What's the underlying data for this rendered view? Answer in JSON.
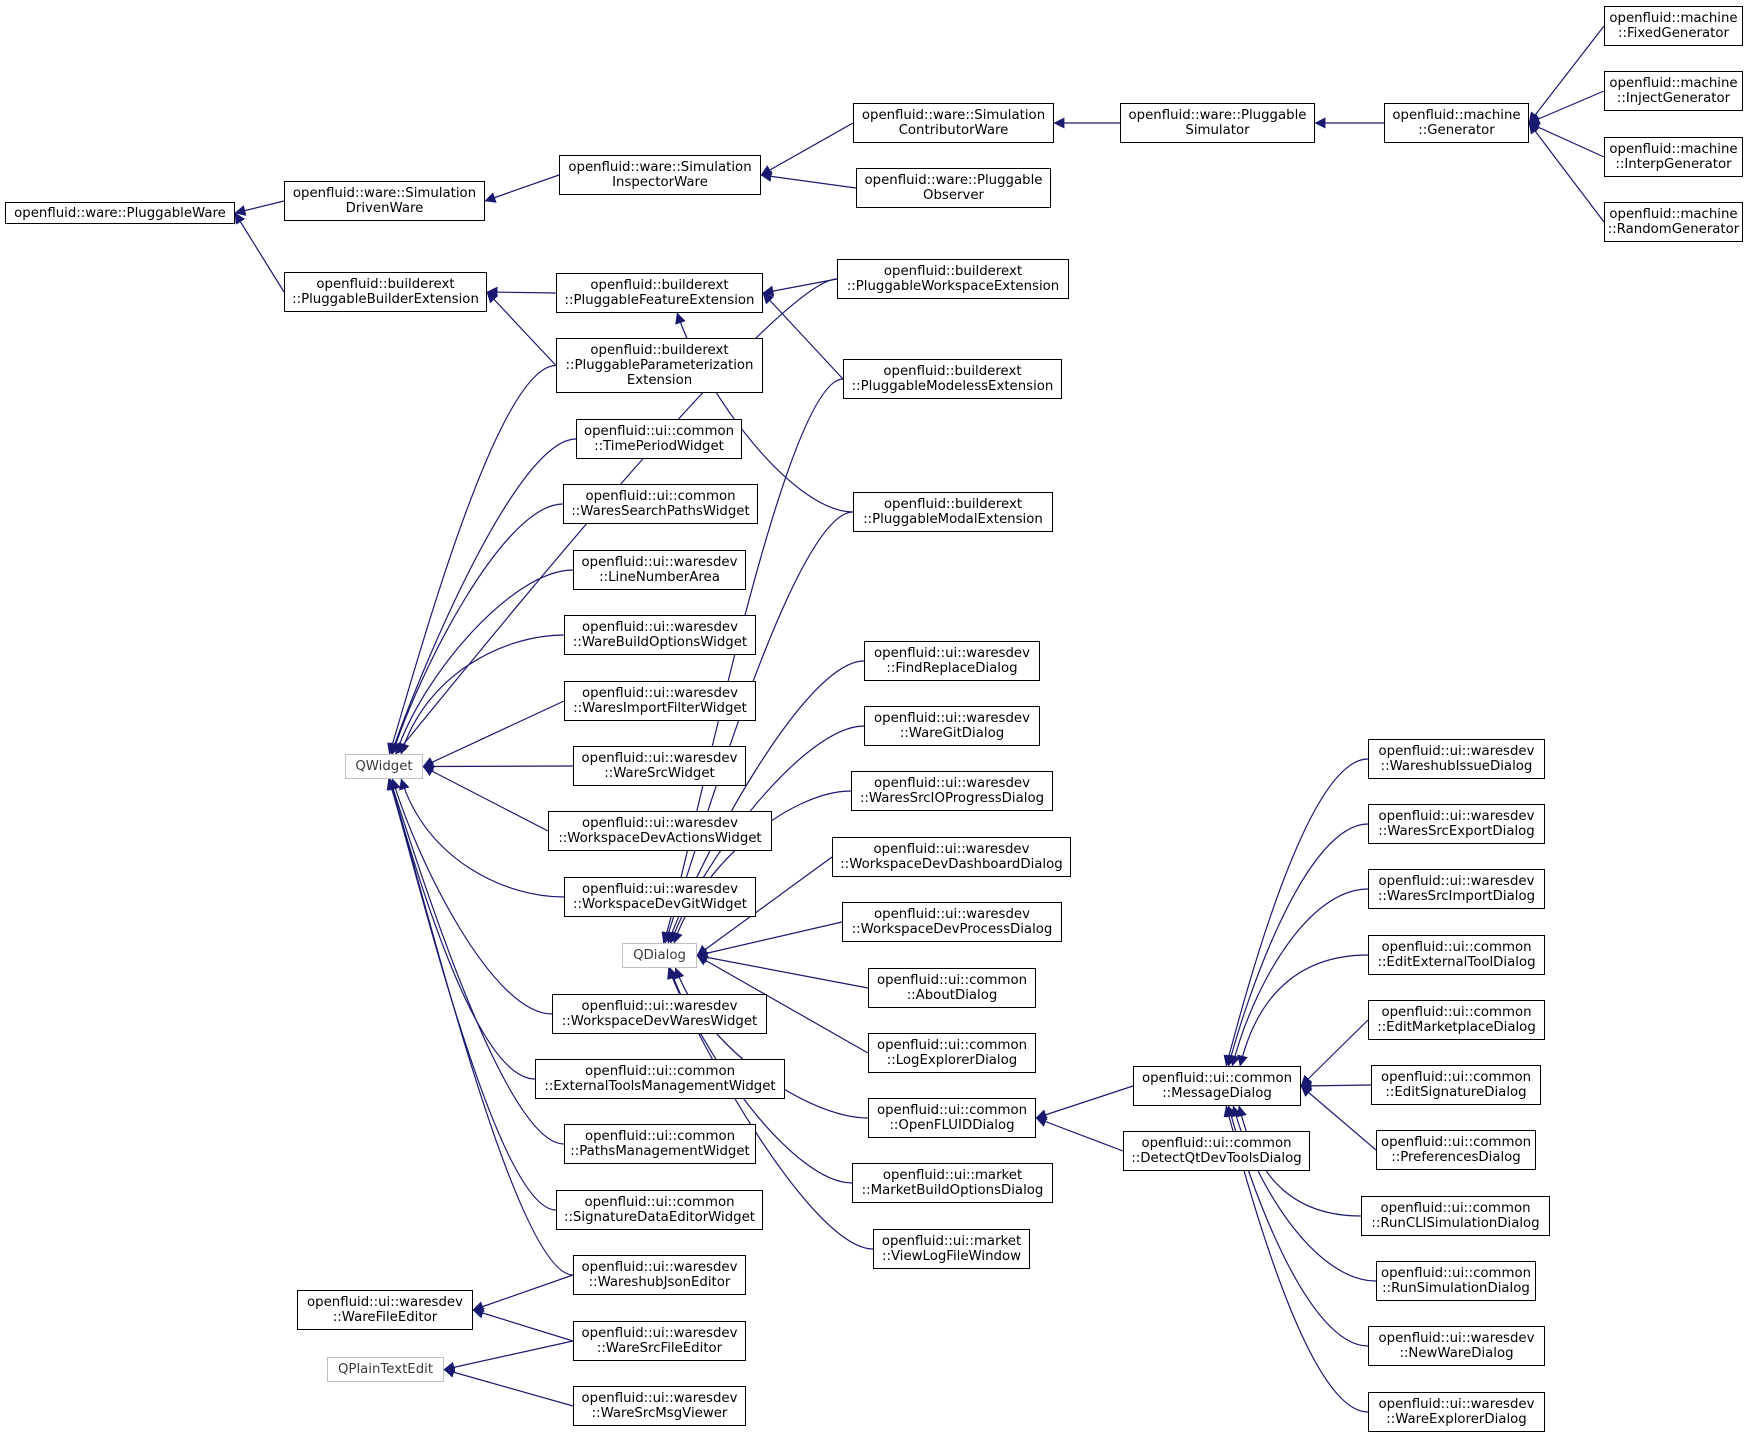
{
  "colors": {
    "edge": "#191970",
    "node_border": "#000000",
    "external_border": "#bfbfbf",
    "background": "#ffffff"
  },
  "nodes": {
    "pluggable_ware": {
      "lines": [
        "openfluid::ware::PluggableWare"
      ]
    },
    "simulation_driven_ware": {
      "lines": [
        "openfluid::ware::Simulation",
        "DrivenWare"
      ]
    },
    "pluggable_builder_extension": {
      "lines": [
        "openfluid::builderext",
        "::PluggableBuilderExtension"
      ]
    },
    "simulation_inspector_ware": {
      "lines": [
        "openfluid::ware::Simulation",
        "InspectorWare"
      ]
    },
    "simulation_contributor_ware": {
      "lines": [
        "openfluid::ware::Simulation",
        "ContributorWare"
      ]
    },
    "pluggable_observer": {
      "lines": [
        "openfluid::ware::Pluggable",
        "Observer"
      ]
    },
    "pluggable_simulator": {
      "lines": [
        "openfluid::ware::Pluggable",
        "Simulator"
      ]
    },
    "machine_generator": {
      "lines": [
        "openfluid::machine",
        "::Generator"
      ]
    },
    "fixed_generator": {
      "lines": [
        "openfluid::machine",
        "::FixedGenerator"
      ]
    },
    "inject_generator": {
      "lines": [
        "openfluid::machine",
        "::InjectGenerator"
      ]
    },
    "interp_generator": {
      "lines": [
        "openfluid::machine",
        "::InterpGenerator"
      ]
    },
    "random_generator": {
      "lines": [
        "openfluid::machine",
        "::RandomGenerator"
      ]
    },
    "pluggable_feature_extension": {
      "lines": [
        "openfluid::builderext",
        "::PluggableFeatureExtension"
      ]
    },
    "pluggable_parameterization_extension": {
      "lines": [
        "openfluid::builderext",
        "::PluggableParameterization",
        "Extension"
      ]
    },
    "pluggable_workspace_extension": {
      "lines": [
        "openfluid::builderext",
        "::PluggableWorkspaceExtension"
      ]
    },
    "pluggable_modeless_extension": {
      "lines": [
        "openfluid::builderext",
        "::PluggableModelessExtension"
      ]
    },
    "pluggable_modal_extension": {
      "lines": [
        "openfluid::builderext",
        "::PluggableModalExtension"
      ]
    },
    "qwidget": {
      "lines": [
        "QWidget"
      ]
    },
    "time_period_widget": {
      "lines": [
        "openfluid::ui::common",
        "::TimePeriodWidget"
      ]
    },
    "wares_search_paths_widget": {
      "lines": [
        "openfluid::ui::common",
        "::WaresSearchPathsWidget"
      ]
    },
    "line_number_area": {
      "lines": [
        "openfluid::ui::waresdev",
        "::LineNumberArea"
      ]
    },
    "ware_build_options_widget": {
      "lines": [
        "openfluid::ui::waresdev",
        "::WareBuildOptionsWidget"
      ]
    },
    "wares_import_filter_widget": {
      "lines": [
        "openfluid::ui::waresdev",
        "::WaresImportFilterWidget"
      ]
    },
    "ware_src_widget": {
      "lines": [
        "openfluid::ui::waresdev",
        "::WareSrcWidget"
      ]
    },
    "workspace_dev_actions_widget": {
      "lines": [
        "openfluid::ui::waresdev",
        "::WorkspaceDevActionsWidget"
      ]
    },
    "workspace_dev_git_widget": {
      "lines": [
        "openfluid::ui::waresdev",
        "::WorkspaceDevGitWidget"
      ]
    },
    "qdialog": {
      "lines": [
        "QDialog"
      ]
    },
    "workspace_dev_wares_widget": {
      "lines": [
        "openfluid::ui::waresdev",
        "::WorkspaceDevWaresWidget"
      ]
    },
    "external_tools_management_widget": {
      "lines": [
        "openfluid::ui::common",
        "::ExternalToolsManagementWidget"
      ]
    },
    "paths_management_widget": {
      "lines": [
        "openfluid::ui::common",
        "::PathsManagementWidget"
      ]
    },
    "signature_data_editor_widget": {
      "lines": [
        "openfluid::ui::common",
        "::SignatureDataEditorWidget"
      ]
    },
    "wareshub_json_editor": {
      "lines": [
        "openfluid::ui::waresdev",
        "::WareshubJsonEditor"
      ]
    },
    "ware_file_editor": {
      "lines": [
        "openfluid::ui::waresdev",
        "::WareFileEditor"
      ]
    },
    "ware_src_file_editor": {
      "lines": [
        "openfluid::ui::waresdev",
        "::WareSrcFileEditor"
      ]
    },
    "qplaintextedit": {
      "lines": [
        "QPlainTextEdit"
      ]
    },
    "ware_src_msg_viewer": {
      "lines": [
        "openfluid::ui::waresdev",
        "::WareSrcMsgViewer"
      ]
    },
    "find_replace_dialog": {
      "lines": [
        "openfluid::ui::waresdev",
        "::FindReplaceDialog"
      ]
    },
    "ware_git_dialog": {
      "lines": [
        "openfluid::ui::waresdev",
        "::WareGitDialog"
      ]
    },
    "wares_src_io_progress_dialog": {
      "lines": [
        "openfluid::ui::waresdev",
        "::WaresSrcIOProgressDialog"
      ]
    },
    "workspace_dev_dashboard_dialog": {
      "lines": [
        "openfluid::ui::waresdev",
        "::WorkspaceDevDashboardDialog"
      ]
    },
    "workspace_dev_process_dialog": {
      "lines": [
        "openfluid::ui::waresdev",
        "::WorkspaceDevProcessDialog"
      ]
    },
    "about_dialog": {
      "lines": [
        "openfluid::ui::common",
        "::AboutDialog"
      ]
    },
    "log_explorer_dialog": {
      "lines": [
        "openfluid::ui::common",
        "::LogExplorerDialog"
      ]
    },
    "openfluid_dialog": {
      "lines": [
        "openfluid::ui::common",
        "::OpenFLUIDDialog"
      ]
    },
    "market_build_options_dialog": {
      "lines": [
        "openfluid::ui::market",
        "::MarketBuildOptionsDialog"
      ]
    },
    "view_log_file_window": {
      "lines": [
        "openfluid::ui::market",
        "::ViewLogFileWindow"
      ]
    },
    "message_dialog": {
      "lines": [
        "openfluid::ui::common",
        "::MessageDialog"
      ]
    },
    "detect_qt_dev_tools_dialog": {
      "lines": [
        "openfluid::ui::common",
        "::DetectQtDevToolsDialog"
      ]
    },
    "wareshub_issue_dialog": {
      "lines": [
        "openfluid::ui::waresdev",
        "::WareshubIssueDialog"
      ]
    },
    "wares_src_export_dialog": {
      "lines": [
        "openfluid::ui::waresdev",
        "::WaresSrcExportDialog"
      ]
    },
    "wares_src_import_dialog": {
      "lines": [
        "openfluid::ui::waresdev",
        "::WaresSrcImportDialog"
      ]
    },
    "edit_external_tool_dialog": {
      "lines": [
        "openfluid::ui::common",
        "::EditExternalToolDialog"
      ]
    },
    "edit_marketplace_dialog": {
      "lines": [
        "openfluid::ui::common",
        "::EditMarketplaceDialog"
      ]
    },
    "edit_signature_dialog": {
      "lines": [
        "openfluid::ui::common",
        "::EditSignatureDialog"
      ]
    },
    "preferences_dialog": {
      "lines": [
        "openfluid::ui::common",
        "::PreferencesDialog"
      ]
    },
    "run_cli_simulation_dialog": {
      "lines": [
        "openfluid::ui::common",
        "::RunCLISimulationDialog"
      ]
    },
    "run_simulation_dialog": {
      "lines": [
        "openfluid::ui::common",
        "::RunSimulationDialog"
      ]
    },
    "new_ware_dialog": {
      "lines": [
        "openfluid::ui::waresdev",
        "::NewWareDialog"
      ]
    },
    "ware_explorer_dialog": {
      "lines": [
        "openfluid::ui::waresdev",
        "::WareExplorerDialog"
      ]
    }
  },
  "edges": [
    {
      "from": "simulation_driven_ware",
      "to": "pluggable_ware"
    },
    {
      "from": "pluggable_builder_extension",
      "to": "pluggable_ware"
    },
    {
      "from": "simulation_inspector_ware",
      "to": "simulation_driven_ware"
    },
    {
      "from": "simulation_contributor_ware",
      "to": "simulation_inspector_ware"
    },
    {
      "from": "pluggable_observer",
      "to": "simulation_inspector_ware"
    },
    {
      "from": "pluggable_simulator",
      "to": "simulation_contributor_ware"
    },
    {
      "from": "machine_generator",
      "to": "pluggable_simulator"
    },
    {
      "from": "fixed_generator",
      "to": "machine_generator"
    },
    {
      "from": "inject_generator",
      "to": "machine_generator"
    },
    {
      "from": "interp_generator",
      "to": "machine_generator"
    },
    {
      "from": "random_generator",
      "to": "machine_generator"
    },
    {
      "from": "pluggable_feature_extension",
      "to": "pluggable_builder_extension"
    },
    {
      "from": "pluggable_parameterization_extension",
      "to": "pluggable_builder_extension"
    },
    {
      "from": "pluggable_workspace_extension",
      "to": "pluggable_feature_extension"
    },
    {
      "from": "pluggable_modeless_extension",
      "to": "pluggable_feature_extension"
    },
    {
      "from": "pluggable_modal_extension",
      "to": "pluggable_feature_extension"
    },
    {
      "from": "pluggable_workspace_extension",
      "to": "qwidget"
    },
    {
      "from": "pluggable_parameterization_extension",
      "to": "qwidget"
    },
    {
      "from": "time_period_widget",
      "to": "qwidget"
    },
    {
      "from": "wares_search_paths_widget",
      "to": "qwidget"
    },
    {
      "from": "line_number_area",
      "to": "qwidget"
    },
    {
      "from": "ware_build_options_widget",
      "to": "qwidget"
    },
    {
      "from": "wares_import_filter_widget",
      "to": "qwidget"
    },
    {
      "from": "ware_src_widget",
      "to": "qwidget"
    },
    {
      "from": "workspace_dev_actions_widget",
      "to": "qwidget"
    },
    {
      "from": "workspace_dev_git_widget",
      "to": "qwidget"
    },
    {
      "from": "workspace_dev_wares_widget",
      "to": "qwidget"
    },
    {
      "from": "external_tools_management_widget",
      "to": "qwidget"
    },
    {
      "from": "paths_management_widget",
      "to": "qwidget"
    },
    {
      "from": "signature_data_editor_widget",
      "to": "qwidget"
    },
    {
      "from": "wareshub_json_editor",
      "to": "qwidget"
    },
    {
      "from": "wareshub_json_editor",
      "to": "ware_file_editor"
    },
    {
      "from": "ware_src_file_editor",
      "to": "ware_file_editor"
    },
    {
      "from": "ware_src_file_editor",
      "to": "qplaintextedit"
    },
    {
      "from": "ware_src_msg_viewer",
      "to": "qplaintextedit"
    },
    {
      "from": "pluggable_modeless_extension",
      "to": "qdialog"
    },
    {
      "from": "pluggable_modal_extension",
      "to": "qdialog"
    },
    {
      "from": "find_replace_dialog",
      "to": "qdialog"
    },
    {
      "from": "ware_git_dialog",
      "to": "qdialog"
    },
    {
      "from": "wares_src_io_progress_dialog",
      "to": "qdialog"
    },
    {
      "from": "workspace_dev_dashboard_dialog",
      "to": "qdialog"
    },
    {
      "from": "workspace_dev_process_dialog",
      "to": "qdialog"
    },
    {
      "from": "about_dialog",
      "to": "qdialog"
    },
    {
      "from": "log_explorer_dialog",
      "to": "qdialog"
    },
    {
      "from": "openfluid_dialog",
      "to": "qdialog"
    },
    {
      "from": "market_build_options_dialog",
      "to": "qdialog"
    },
    {
      "from": "view_log_file_window",
      "to": "qdialog"
    },
    {
      "from": "message_dialog",
      "to": "openfluid_dialog"
    },
    {
      "from": "detect_qt_dev_tools_dialog",
      "to": "openfluid_dialog"
    },
    {
      "from": "wareshub_issue_dialog",
      "to": "message_dialog"
    },
    {
      "from": "wares_src_export_dialog",
      "to": "message_dialog"
    },
    {
      "from": "wares_src_import_dialog",
      "to": "message_dialog"
    },
    {
      "from": "edit_external_tool_dialog",
      "to": "message_dialog"
    },
    {
      "from": "edit_marketplace_dialog",
      "to": "message_dialog"
    },
    {
      "from": "edit_signature_dialog",
      "to": "message_dialog"
    },
    {
      "from": "preferences_dialog",
      "to": "message_dialog"
    },
    {
      "from": "run_cli_simulation_dialog",
      "to": "message_dialog"
    },
    {
      "from": "run_simulation_dialog",
      "to": "message_dialog"
    },
    {
      "from": "new_ware_dialog",
      "to": "message_dialog"
    },
    {
      "from": "ware_explorer_dialog",
      "to": "message_dialog"
    }
  ]
}
